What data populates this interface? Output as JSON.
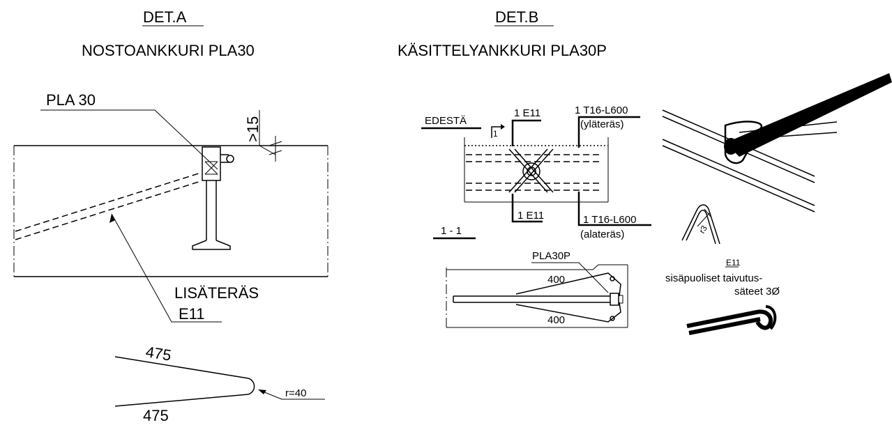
{
  "det_a": {
    "header": "DET.A",
    "title": "NOSTOANKKURI PLA30",
    "anchor_label": "PLA 30",
    "dim_cover": ">15",
    "extra_rebar_label": "LISÄTERÄS",
    "extra_rebar_code": "E11",
    "bend_length_top": "475",
    "bend_length_bottom": "475",
    "bend_radius": "r=40"
  },
  "det_b": {
    "header": "DET.B",
    "title": "KÄSITTELYANKKURI PLA30P",
    "view_label": "EDESTÄ",
    "section_marker": "1",
    "top_e11": "1 E11",
    "top_bar": "1 T16-L600",
    "top_bar_note": "(yläteräs)",
    "bottom_e11": "1 E11",
    "bottom_bar": "1 T16-L600",
    "bottom_bar_note": "(alateräs)",
    "section_label": "1 - 1",
    "anchor_label": "PLA30P",
    "len_top": "400",
    "len_bottom": "400",
    "bend_r": "r3",
    "note_code": "E11",
    "note_line1": "sisäpuoliset taivutus-",
    "note_line2": "säteet 3Ø"
  }
}
